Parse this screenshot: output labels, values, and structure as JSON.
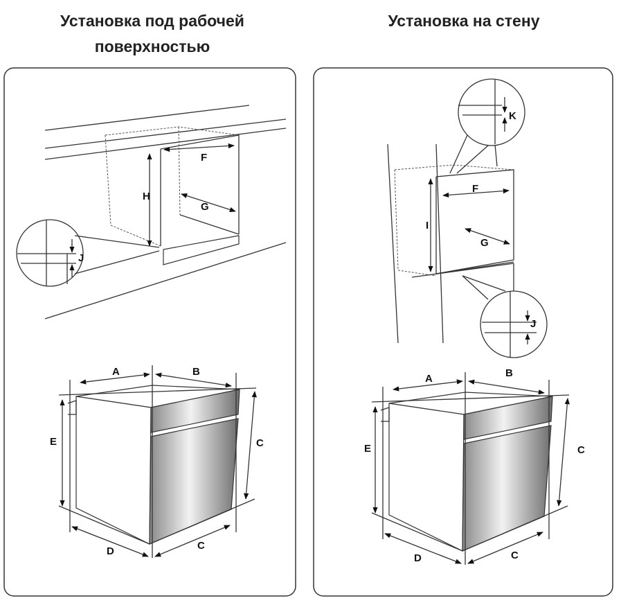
{
  "titles": {
    "left": "Установка под рабочей поверхностью",
    "right": "Установка на стену"
  },
  "labels": {
    "A": "A",
    "B": "B",
    "C": "C",
    "D": "D",
    "E": "E",
    "F": "F",
    "G": "G",
    "H": "H",
    "I": "I",
    "J": "J",
    "K": "K"
  }
}
